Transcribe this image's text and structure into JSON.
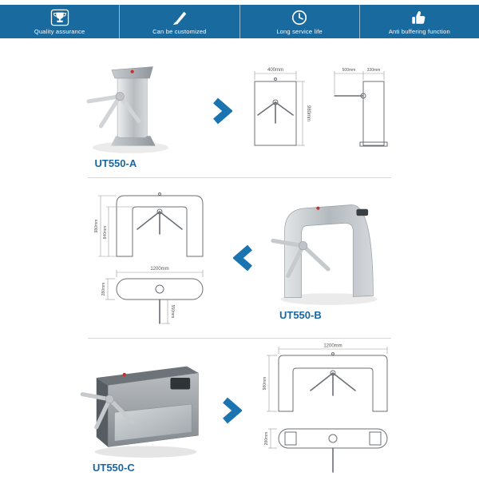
{
  "colors": {
    "header_bg": "#186a9f",
    "arrow_blue": "#1a74b0",
    "model_label_blue": "#1767a3",
    "indicator_red": "#c03030"
  },
  "header": {
    "features": [
      {
        "icon": "trophy-icon",
        "label": "Quality assurance"
      },
      {
        "icon": "pen-icon",
        "label": "Can be customized"
      },
      {
        "icon": "clock-icon",
        "label": "Long service life"
      },
      {
        "icon": "thumbs-up-icon",
        "label": "Anti buffering function"
      }
    ]
  },
  "sections": [
    {
      "model_label": "UT550-A",
      "arrow": "right",
      "dims": {
        "width": "400mm",
        "height": "980mm",
        "arm": "500mm",
        "depth": "330mm"
      }
    },
    {
      "model_label": "UT550-B",
      "arrow": "left",
      "dims": {
        "height": "980mm",
        "arm_height": "840mm",
        "length": "1200mm",
        "depth": "280mm",
        "arm": "550mm"
      }
    },
    {
      "model_label": "UT550-C",
      "arrow": "right",
      "dims": {
        "length": "1200mm",
        "height": "980mm",
        "depth": "280mm"
      }
    }
  ]
}
